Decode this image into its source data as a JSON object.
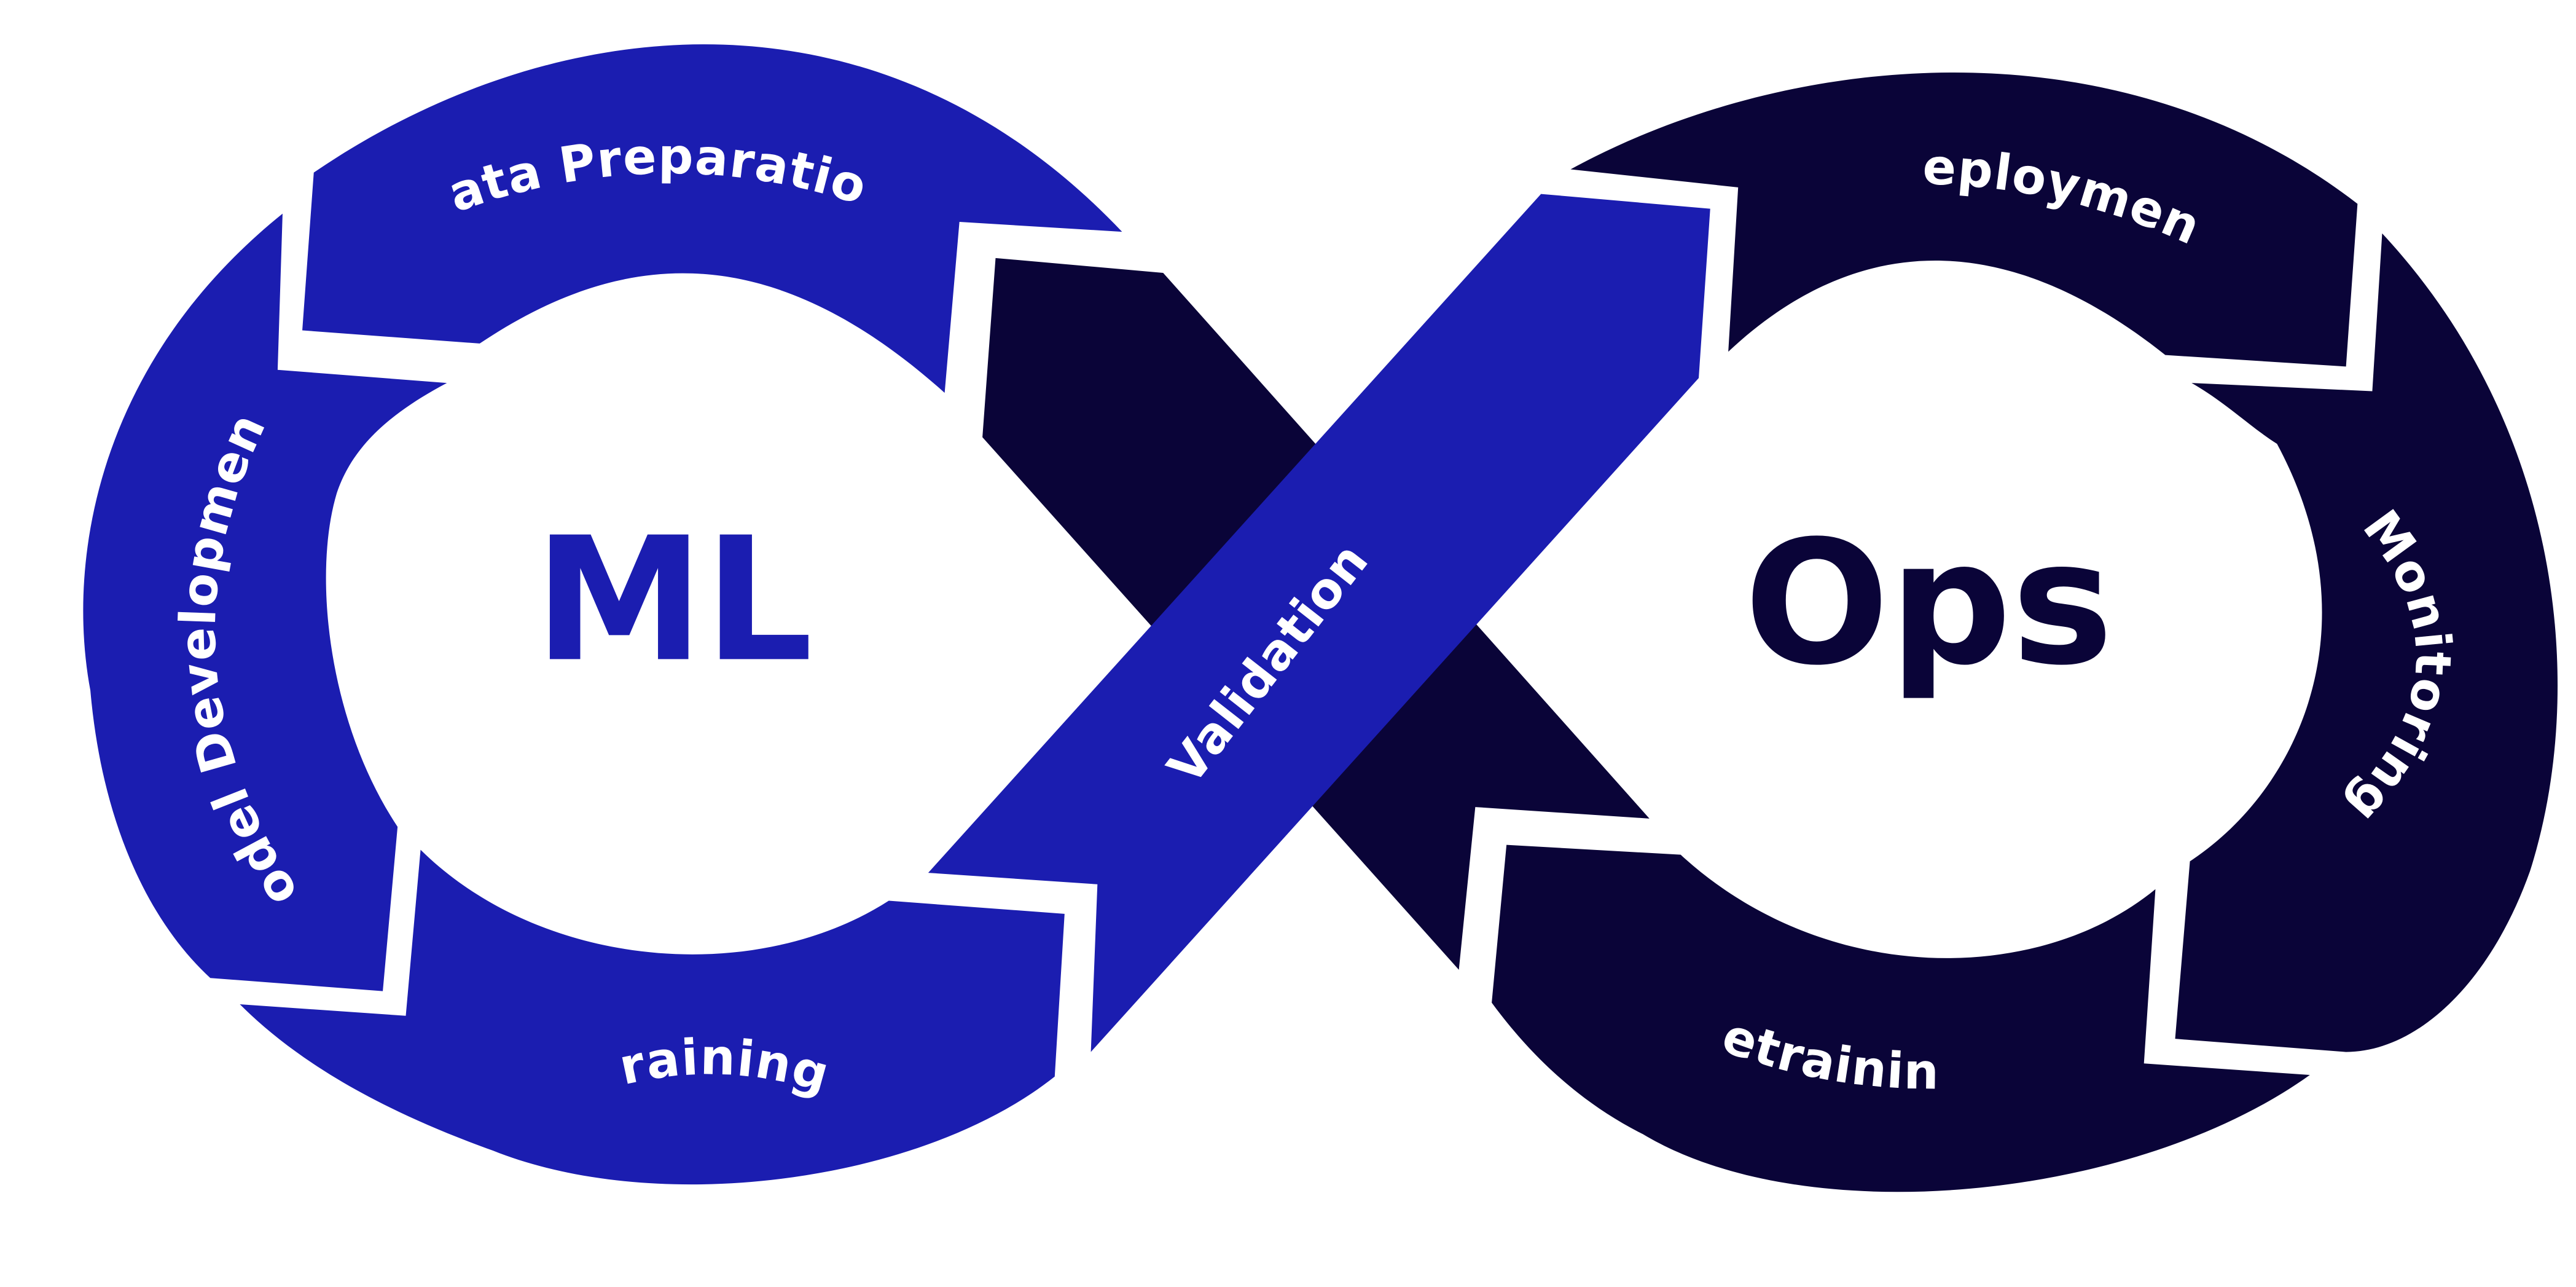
{
  "colors": {
    "ml_blue": "#1b1db0",
    "ops_navy": "#0a0438",
    "gap": "#ffffff"
  },
  "center": {
    "ml": "ML",
    "ops": "Ops"
  },
  "segments": {
    "data_preparation": "Data Preparation",
    "model_development": "Model Development",
    "training": "Training",
    "validation": "Validation",
    "deployment": "Deployment",
    "monitoring": "Monitoring",
    "retraining": "Retraining"
  }
}
